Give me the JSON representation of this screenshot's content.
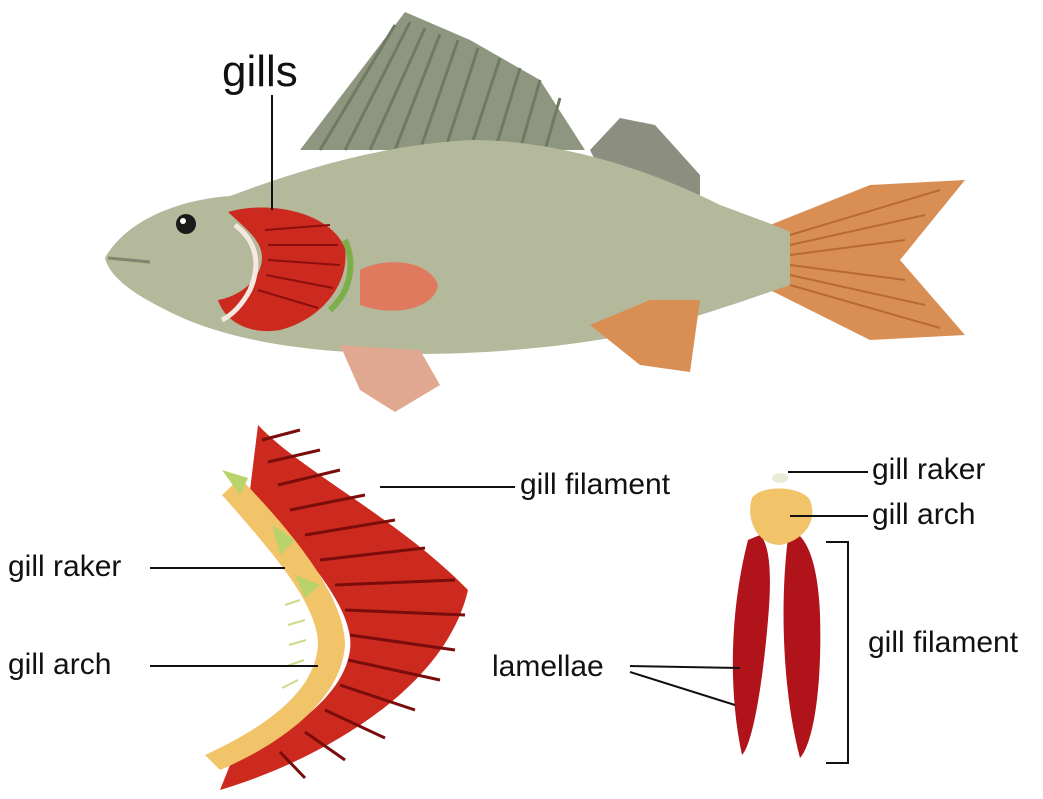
{
  "labels": {
    "gills": "gills",
    "gill_filament_mid": "gill filament",
    "gill_raker_left": "gill raker",
    "gill_arch_left": "gill arch",
    "gill_raker_right": "gill raker",
    "gill_arch_right": "gill arch",
    "lamellae": "lamellae",
    "gill_filament_right": "gill filament"
  },
  "colors": {
    "fish_body": "#b3b99a",
    "fin_gray": "#8c8f80",
    "fin_orange": "#d98e54",
    "gill_red": "#cc2a1f",
    "gill_dark": "#8c0f0f",
    "arch_yellow": "#f2c46a",
    "raker_green": "#b9d36a",
    "eye": "#1a1a1a"
  }
}
